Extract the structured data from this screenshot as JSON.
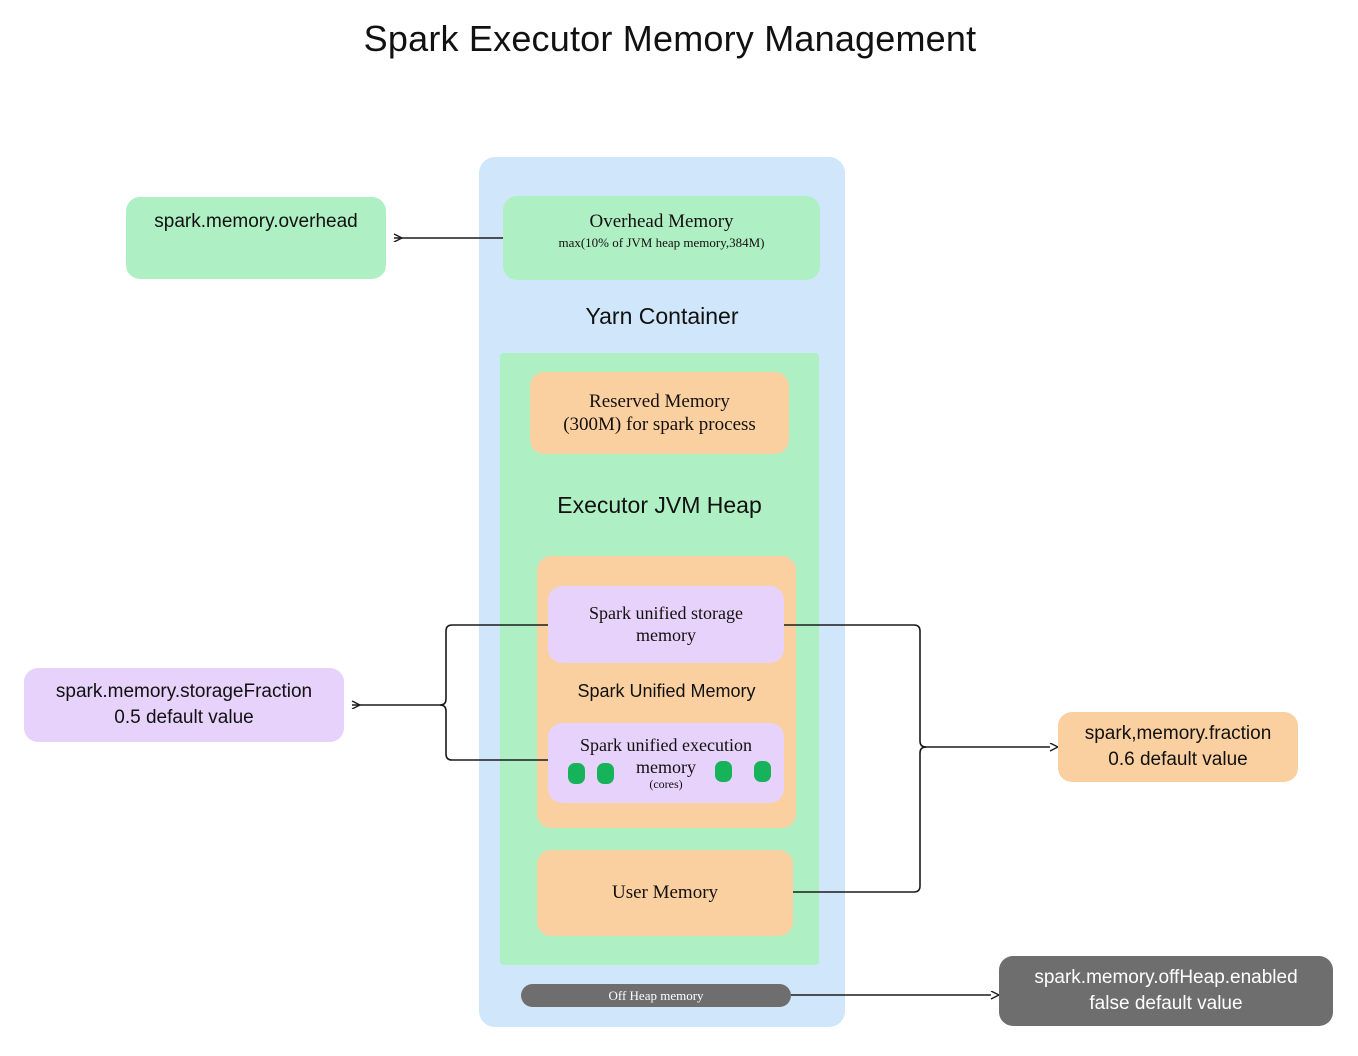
{
  "title": "Spark Executor Memory Management",
  "containers": {
    "yarn_label": "Yarn Container",
    "jvm_label": "Executor JVM Heap",
    "unified_label": "Spark Unified Memory"
  },
  "blocks": {
    "overhead_memory": {
      "title": "Overhead Memory",
      "subtitle": "max(10% of JVM heap memory,384M)"
    },
    "reserved_memory": {
      "line1": "Reserved Memory",
      "line2": "(300M) for spark process"
    },
    "storage_memory": {
      "line1": "Spark unified storage",
      "line2": "memory"
    },
    "execution_memory": {
      "line1": "Spark unified execution",
      "line2": "memory",
      "line3": "(cores)",
      "core_count": 4
    },
    "user_memory": {
      "label": "User Memory"
    },
    "off_heap_memory": {
      "label": "Off Heap memory"
    }
  },
  "callouts": {
    "overhead": {
      "line1": "spark.memory.overhead"
    },
    "storage_fraction": {
      "line1": "spark.memory.storageFraction",
      "line2": "0.5 default value"
    },
    "memory_fraction": {
      "line1": "spark,memory.fraction",
      "line2": "0.6 default value"
    },
    "off_heap_enabled": {
      "line1": "spark.memory.offHeap.enabled",
      "line2": "false default value"
    }
  },
  "colors": {
    "container_blue": "#cfe6fb",
    "heap_green": "#aef0c4",
    "orange": "#fbd0a0",
    "purple": "#e6d2fb",
    "gray": "#6e6e6e",
    "core_green": "#16b35a",
    "line": "#1b1b1b",
    "text": "#111111"
  }
}
